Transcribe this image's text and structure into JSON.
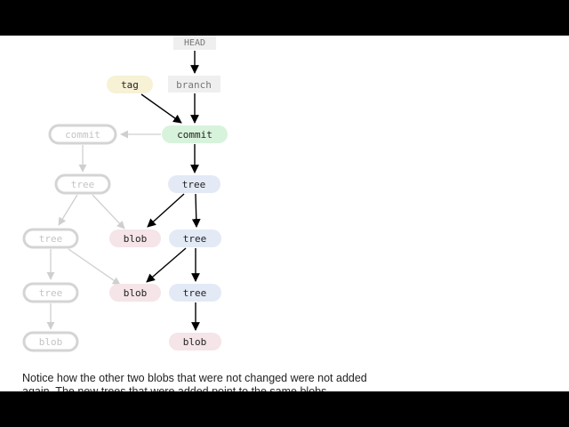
{
  "colors": {
    "head_fill": "#efefef",
    "branch_fill": "#efefef",
    "tag_fill": "#f7f1d6",
    "commit_fill": "#d8f3dc",
    "tree_fill": "#e3eaf6",
    "blob_fill": "#f5e4e8",
    "faded_stroke": "#d4d4d4",
    "faded_text": "#c4c4c4",
    "active_text": "#222222",
    "active_arrow": "#000000",
    "faded_arrow": "#cfcfcf"
  },
  "diagram": {
    "head_label": "HEAD",
    "branch_label": "branch",
    "tag_label": "tag",
    "commit_label": "commit",
    "tree_label": "tree",
    "blob_label": "blob",
    "old_commit_label": "commit",
    "old_tree_label": "tree",
    "old_blob_label": "blob"
  },
  "caption": {
    "text": "Notice how the other two blobs that were not changed were not added again. The new trees that were added point to the same blobs"
  }
}
